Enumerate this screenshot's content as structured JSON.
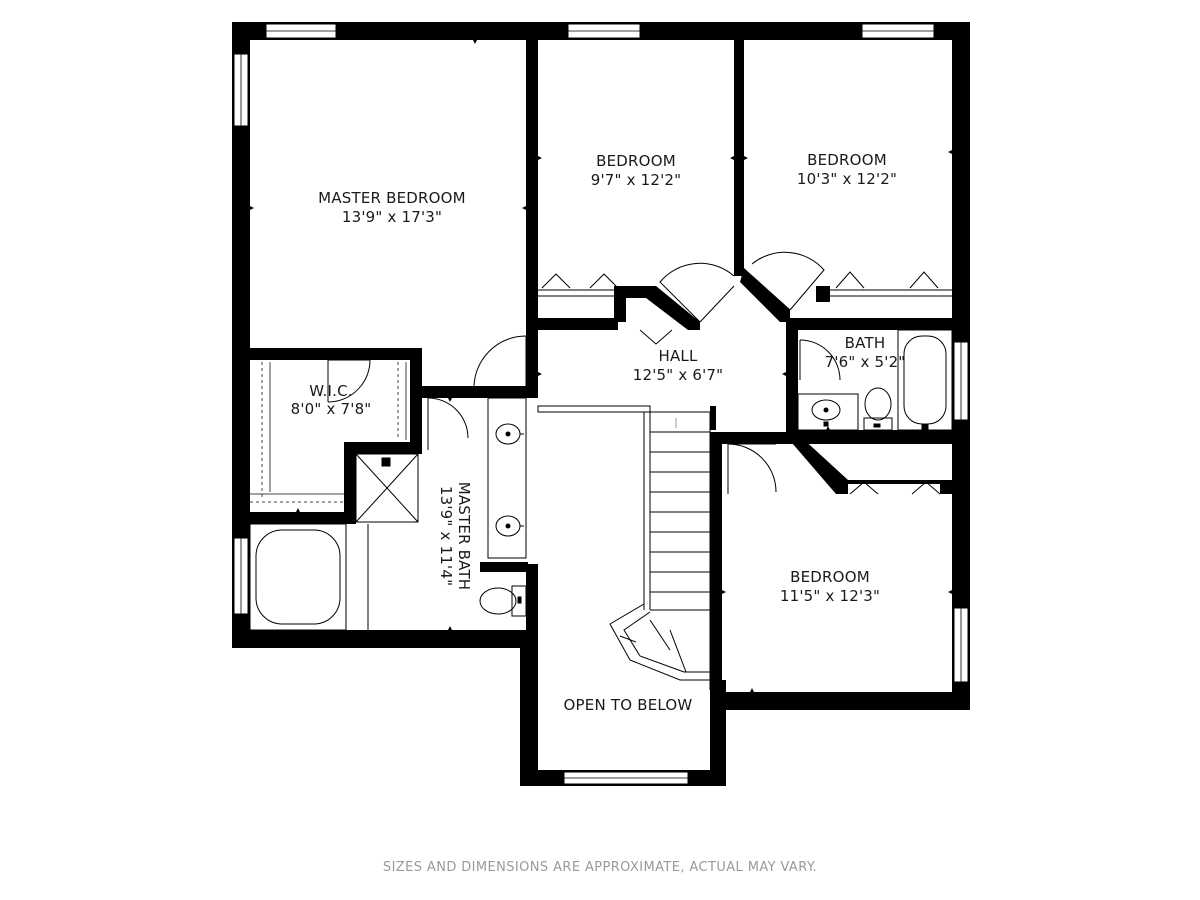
{
  "rooms": {
    "master_bedroom": {
      "name": "MASTER BEDROOM",
      "dims": "13'9\" x 17'3\""
    },
    "bedroom_1": {
      "name": "BEDROOM",
      "dims": "9'7\" x 12'2\""
    },
    "bedroom_2": {
      "name": "BEDROOM",
      "dims": "10'3\" x 12'2\""
    },
    "hall": {
      "name": "HALL",
      "dims": "12'5\" x 6'7\""
    },
    "bath": {
      "name": "BATH",
      "dims": "7'6\" x 5'2\""
    },
    "wic": {
      "name": "W.I.C.",
      "dims": "8'0\" x 7'8\""
    },
    "master_bath": {
      "name": "MASTER BATH",
      "dims": "13'9\" x 11'4\""
    },
    "bedroom_3": {
      "name": "BEDROOM",
      "dims": "11'5\" x 12'3\""
    },
    "open_to_below": {
      "name": "OPEN TO BELOW"
    }
  },
  "footer": {
    "note": "SIZES AND DIMENSIONS ARE APPROXIMATE, ACTUAL MAY VARY."
  },
  "colors": {
    "wall": "#000000",
    "fixture": "#555555",
    "text": "#1a1a1a",
    "footer": "#9a9a9a"
  }
}
